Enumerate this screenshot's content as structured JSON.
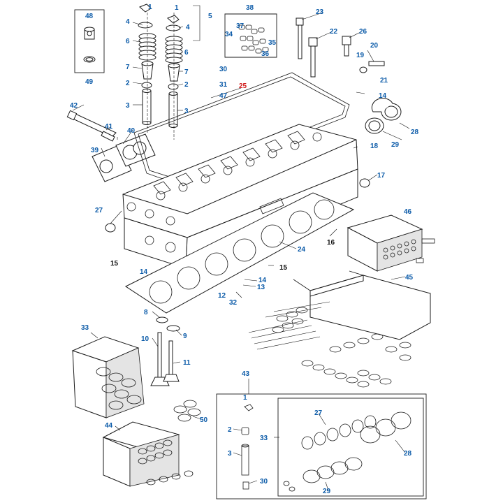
{
  "diagram": {
    "accent_color": "#0a5aa8",
    "highlight_color": "#d11a1a",
    "callouts": {
      "c48": "48",
      "c49": "49",
      "c1a": "1",
      "c4a": "4",
      "c6": "6",
      "c7a": "7",
      "c2a": "2",
      "c3a": "3",
      "c1b": "1",
      "c4b": "4",
      "c5": "5",
      "c6b": "6",
      "c7b": "7",
      "c2b": "2",
      "c3b": "3",
      "c38": "38",
      "c37": "37",
      "c34": "34",
      "c35": "35",
      "c36": "36",
      "c23": "23",
      "c22": "22",
      "c26": "26",
      "c20": "20",
      "c19": "19",
      "c21": "21",
      "c30a": "30",
      "c31": "31",
      "c47": "47",
      "c25": "25",
      "c14a": "14",
      "c42": "42",
      "c41": "41",
      "c40": "40",
      "c39": "39",
      "c28a": "28",
      "c29a": "29",
      "c18": "18",
      "c17": "17",
      "c27a": "27",
      "c46": "46",
      "c16": "16",
      "c24": "24",
      "c15a": "15",
      "c14b": "14",
      "c15b": "15",
      "c14c": "14",
      "c13": "13",
      "c12": "12",
      "c32": "32",
      "c45": "45",
      "c8": "8",
      "c9": "9",
      "c10": "10",
      "c11": "11",
      "c33a": "33",
      "c50": "50",
      "c43": "43",
      "c1c": "1",
      "c2c": "2",
      "c33b": "33",
      "c3c": "3",
      "c30b": "30",
      "c27b": "27",
      "c28b": "28",
      "c29b": "29",
      "c44": "44"
    }
  }
}
